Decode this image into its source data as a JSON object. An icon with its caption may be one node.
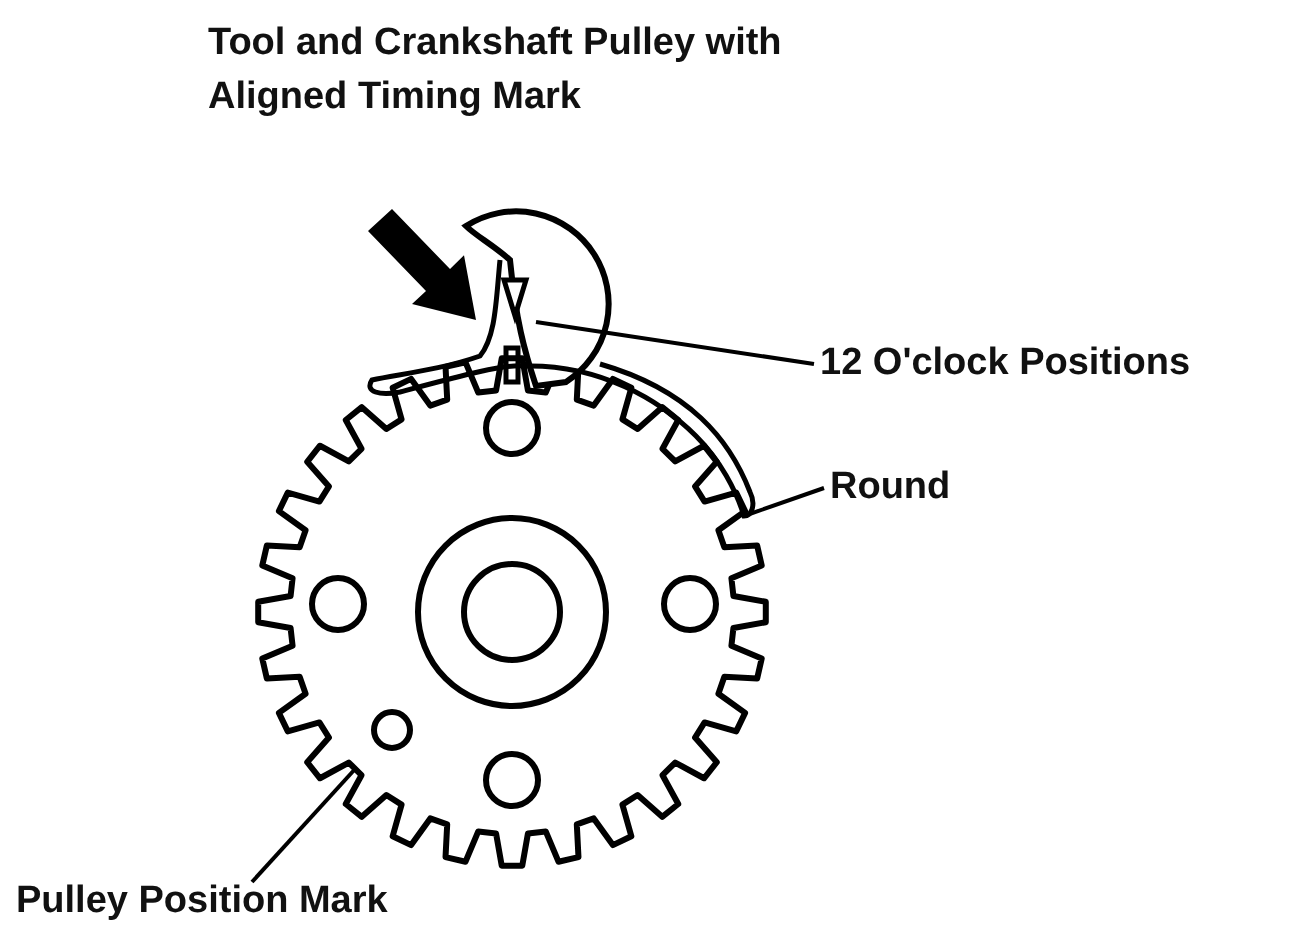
{
  "diagram": {
    "title": "Tool and Crankshaft Pulley with Aligned Timing Mark",
    "nodes": [
      {
        "text": [
          "12 O'clock Positions"
        ]
      },
      {
        "text": [
          "Round"
        ]
      },
      {
        "text": [
          "Pulley Position Mark"
        ]
      }
    ],
    "edges": [
      {
        "from": 0,
        "to": null,
        "arrow": "none"
      },
      {
        "from": 1,
        "to": null,
        "arrow": "none"
      },
      {
        "from": 2,
        "to": null,
        "arrow": "none"
      }
    ]
  }
}
